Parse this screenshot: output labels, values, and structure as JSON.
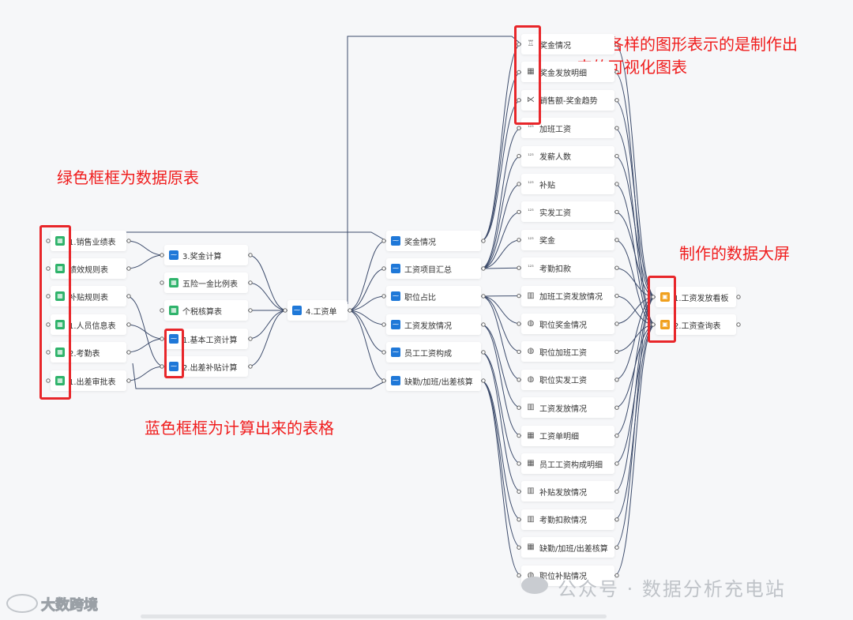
{
  "annotations": {
    "charts_note": "各种各样的图形表示的是制作出\n来的可视化图表",
    "sheets_note": "绿色框框为数据原表",
    "screens_note": "制作的数据大屏",
    "calc_note": "蓝色框框为计算出来的表格"
  },
  "colors": {
    "accent_red": "#e8262a",
    "sheet_green": "#2fb36b",
    "calc_blue": "#1f78d8",
    "board_orange": "#f0a01e",
    "link": "#3c4b6b"
  },
  "source_sheets": [
    {
      "label": "1.销售业绩表",
      "icon": "sheet-icon"
    },
    {
      "label": "绩效规则表",
      "icon": "sheet-icon"
    },
    {
      "label": "补贴规则表",
      "icon": "sheet-icon"
    },
    {
      "label": "1.人员信息表",
      "icon": "sheet-icon"
    },
    {
      "label": "2.考勤表",
      "icon": "sheet-icon"
    },
    {
      "label": "1.出差审批表",
      "icon": "sheet-icon"
    }
  ],
  "middle_tables": [
    {
      "label": "3.奖金计算",
      "icon": "calc-icon"
    },
    {
      "label": "五险一金比例表",
      "icon": "sheet-icon"
    },
    {
      "label": "个税核算表",
      "icon": "sheet-icon"
    },
    {
      "label": "1.基本工资计算",
      "icon": "calc-icon"
    },
    {
      "label": "2.出差补贴计算",
      "icon": "calc-icon"
    }
  ],
  "payroll": {
    "label": "4.工资单",
    "icon": "calc-icon"
  },
  "derived_tables": [
    {
      "label": "奖金情况",
      "icon": "calc-icon"
    },
    {
      "label": "工资项目汇总",
      "icon": "calc-icon"
    },
    {
      "label": "职位占比",
      "icon": "calc-icon"
    },
    {
      "label": "工资发放情况",
      "icon": "calc-icon"
    },
    {
      "label": "员工工资构成",
      "icon": "calc-icon"
    },
    {
      "label": "缺勤/加班/出差核算",
      "icon": "calc-icon"
    }
  ],
  "charts": [
    {
      "label": "奖金情况",
      "icon": "tree-chart-icon"
    },
    {
      "label": "奖金发放明细",
      "icon": "table-chart-icon"
    },
    {
      "label": "销售额-奖金趋势",
      "icon": "combo-chart-icon"
    },
    {
      "label": "加班工资",
      "icon": "number-card-icon"
    },
    {
      "label": "发薪人数",
      "icon": "number-card-icon"
    },
    {
      "label": "补贴",
      "icon": "number-card-icon"
    },
    {
      "label": "实发工资",
      "icon": "number-card-icon"
    },
    {
      "label": "奖金",
      "icon": "number-card-icon"
    },
    {
      "label": "考勤扣款",
      "icon": "number-card-icon"
    },
    {
      "label": "加班工资发放情况",
      "icon": "bar-chart-icon"
    },
    {
      "label": "职位奖金情况",
      "icon": "pie-chart-icon"
    },
    {
      "label": "职位加班工资",
      "icon": "pie-chart-icon"
    },
    {
      "label": "职位实发工资",
      "icon": "pie-chart-icon"
    },
    {
      "label": "工资发放情况",
      "icon": "bar-chart-icon"
    },
    {
      "label": "工资单明细",
      "icon": "table-chart-icon"
    },
    {
      "label": "员工工资构成明细",
      "icon": "table-chart-icon"
    },
    {
      "label": "补贴发放情况",
      "icon": "bar-chart-icon"
    },
    {
      "label": "考勤扣款情况",
      "icon": "bar-chart-icon"
    },
    {
      "label": "缺勤/加班/出差核算",
      "icon": "table-chart-icon"
    },
    {
      "label": "职位补贴情况",
      "icon": "pie-chart-icon"
    }
  ],
  "dashboards": [
    {
      "label": "1.工资发放看板",
      "icon": "dashboard-icon"
    },
    {
      "label": "2.工资查询表",
      "icon": "dashboard-icon"
    }
  ],
  "watermark": {
    "wechat": "公众号 · 数据分析充电站",
    "brand": "大数跨境"
  }
}
